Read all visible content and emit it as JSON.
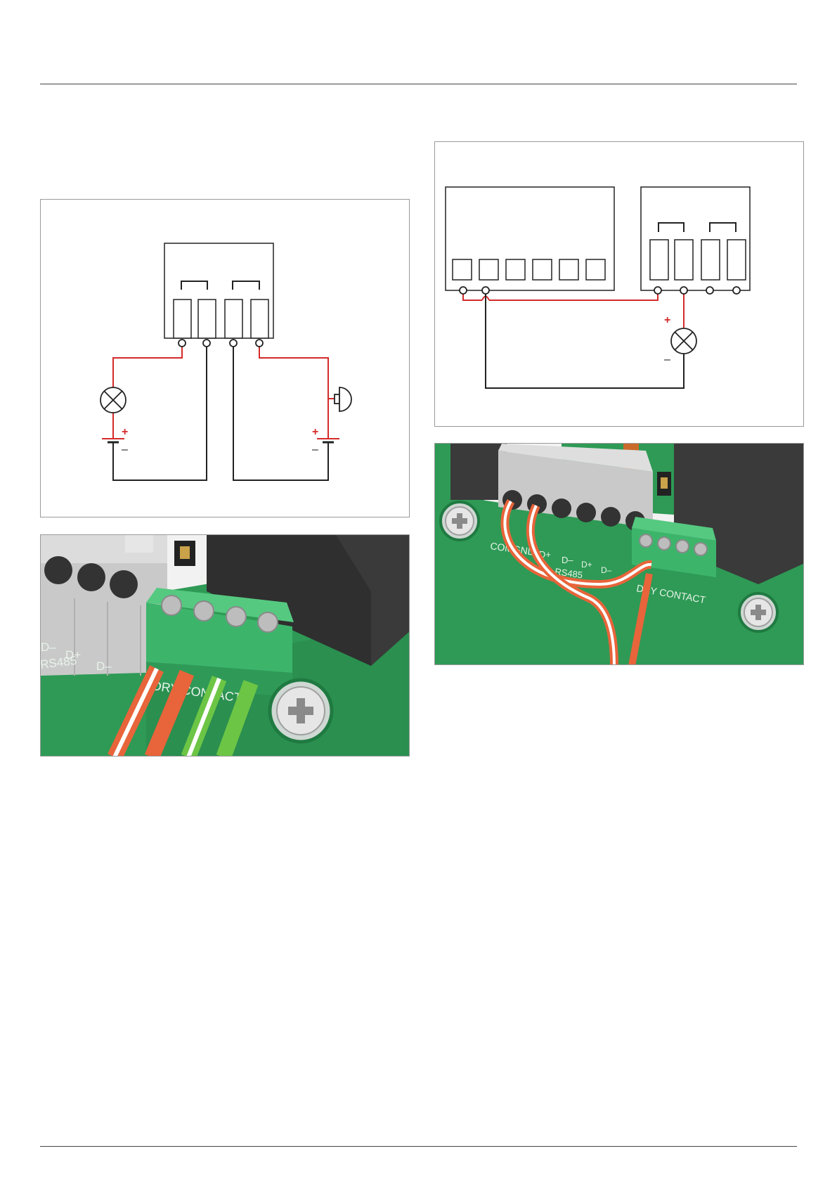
{
  "colors": {
    "live_wire": "#d42a2a",
    "neutral_wire": "#222222",
    "pcb": "#2e9a55",
    "terminal_green": "#3cb56b",
    "terminal_grey": "#c9c9c9",
    "relay_black": "#3a3a3a",
    "wire_orange": "#e8643a",
    "wire_green": "#6cc544"
  },
  "diagram_a": {
    "polarity": {
      "plus_left": "+",
      "minus_left": "–",
      "plus_right": "+",
      "minus_right": "–"
    }
  },
  "diagram_b": {
    "polarity": {
      "plus": "+",
      "minus": "–"
    }
  },
  "photo_a": {
    "silk_rs485": "RS485",
    "silk_dplus": "D+",
    "silk_dminus": "D–",
    "silk_dminus_cut": "D–",
    "silk_dry_contact": "DRY CONTACT",
    "silk_cut_c": "C"
  },
  "photo_b": {
    "silk_comgnd": "COMGND",
    "silk_dplus1": "D+",
    "silk_dminus1": "D–",
    "silk_dplus2": "D+",
    "silk_dminus2": "D–",
    "silk_rs485": "RS485",
    "silk_dry_contact": "DRY CONTACT"
  }
}
